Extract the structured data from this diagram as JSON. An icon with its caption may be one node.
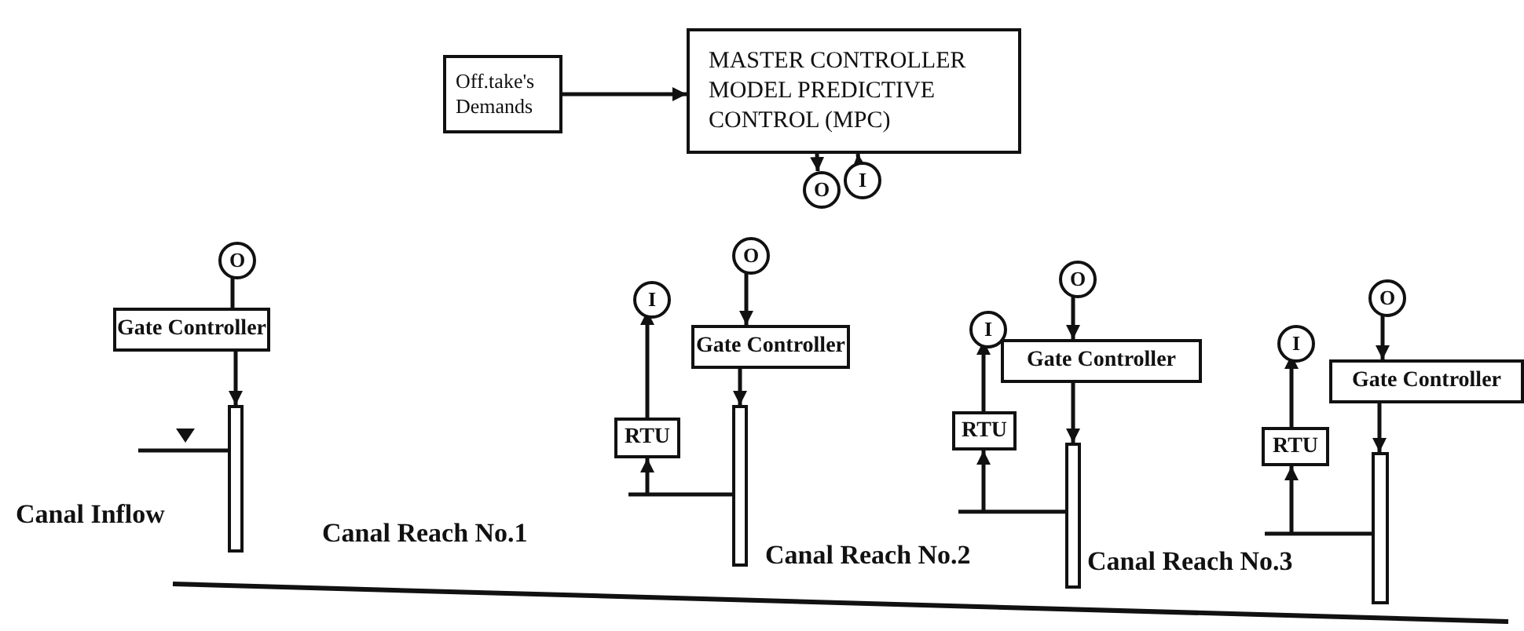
{
  "diagram": {
    "nodes": [
      {
        "text": [
          "Off.take's Demands"
        ]
      },
      {
        "text": [
          "MASTER CONTROLLER",
          "MODEL PREDICTIVE CONTROL (MPC)"
        ]
      },
      {
        "text": [
          "O"
        ]
      },
      {
        "text": [
          "I"
        ]
      },
      {
        "text": [
          "O"
        ]
      },
      {
        "text": [
          "Gate Controller"
        ]
      },
      {
        "text": [],
        "shape": "bar"
      },
      {
        "text": [
          "I"
        ]
      },
      {
        "text": [
          "RTU"
        ]
      },
      {
        "text": [
          "O"
        ]
      },
      {
        "text": [
          "Gate Controller"
        ]
      },
      {
        "text": [],
        "shape": "bar"
      },
      {
        "text": [
          "I"
        ]
      },
      {
        "text": [
          "RTU"
        ]
      },
      {
        "text": [
          "O"
        ]
      },
      {
        "text": [
          "Gate Controller"
        ]
      },
      {
        "text": [],
        "shape": "bar"
      },
      {
        "text": [
          "I"
        ]
      },
      {
        "text": [
          "RTU"
        ]
      },
      {
        "text": [
          "O"
        ]
      },
      {
        "text": [
          "Gate Controller"
        ]
      },
      {
        "text": [],
        "shape": "bar"
      }
    ],
    "edges": [
      {
        "from": 0,
        "to": 1,
        "arrow": "to"
      },
      {
        "from": 1,
        "to": 2,
        "arrow": "to"
      },
      {
        "from": 3,
        "to": 1,
        "arrow": "to"
      },
      {
        "from": 4,
        "to": 5,
        "arrow": "none"
      },
      {
        "from": 5,
        "to": 6,
        "arrow": "to"
      },
      {
        "from": 8,
        "to": 7,
        "arrow": "to"
      },
      {
        "from": null,
        "to": 8,
        "arrow": "to"
      },
      {
        "from": 9,
        "to": 10,
        "arrow": "to"
      },
      {
        "from": 10,
        "to": 11,
        "arrow": "to"
      },
      {
        "from": 13,
        "to": 12,
        "arrow": "to"
      },
      {
        "from": null,
        "to": 13,
        "arrow": "to"
      },
      {
        "from": 14,
        "to": 15,
        "arrow": "to"
      },
      {
        "from": 15,
        "to": 16,
        "arrow": "to"
      },
      {
        "from": 18,
        "to": 17,
        "arrow": "to"
      },
      {
        "from": null,
        "to": 18,
        "arrow": "to"
      },
      {
        "from": 19,
        "to": 20,
        "arrow": "to"
      },
      {
        "from": 20,
        "to": 21,
        "arrow": "to"
      }
    ],
    "labels": [
      "Canal Inflow",
      "Canal Reach No.1",
      "Canal Reach No.2",
      "Canal Reach No.3"
    ]
  }
}
